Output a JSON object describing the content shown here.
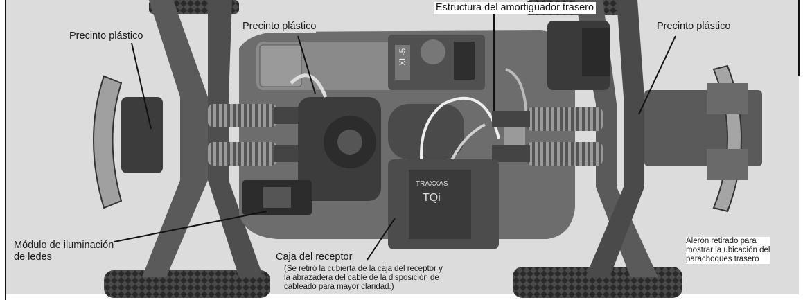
{
  "labels": {
    "rear_shock_structure": "Estructura del amortiguador trasero",
    "zip_tie_front": "Precinto plástico",
    "zip_tie_center": "Precinto plástico",
    "zip_tie_rear": "Precinto plástico",
    "led_module_line1": "Módulo de iluminación",
    "led_module_line2": "de ledes",
    "receiver_box": "Caja del receptor",
    "receiver_note_line1": "(Se retiró la cubierta de la caja del receptor y",
    "receiver_note_line2": "la abrazadera del cable de la disposición de",
    "receiver_note_line3": "cableado para mayor claridad.)",
    "wing_note_line1": "Alerón retirado para",
    "wing_note_line2": "mostrar la ubicación del",
    "wing_note_line3": "parachoques trasero"
  },
  "photo_marks": {
    "esc_model": "XL-5",
    "receiver_model": "TQi",
    "receiver_brand": "TRAXXAS"
  },
  "colors": {
    "photo_bg": "#d8d8d8",
    "chassis": "#6a6a6a",
    "dark_part": "#3a3a3a",
    "text": "#1a1a1a"
  }
}
